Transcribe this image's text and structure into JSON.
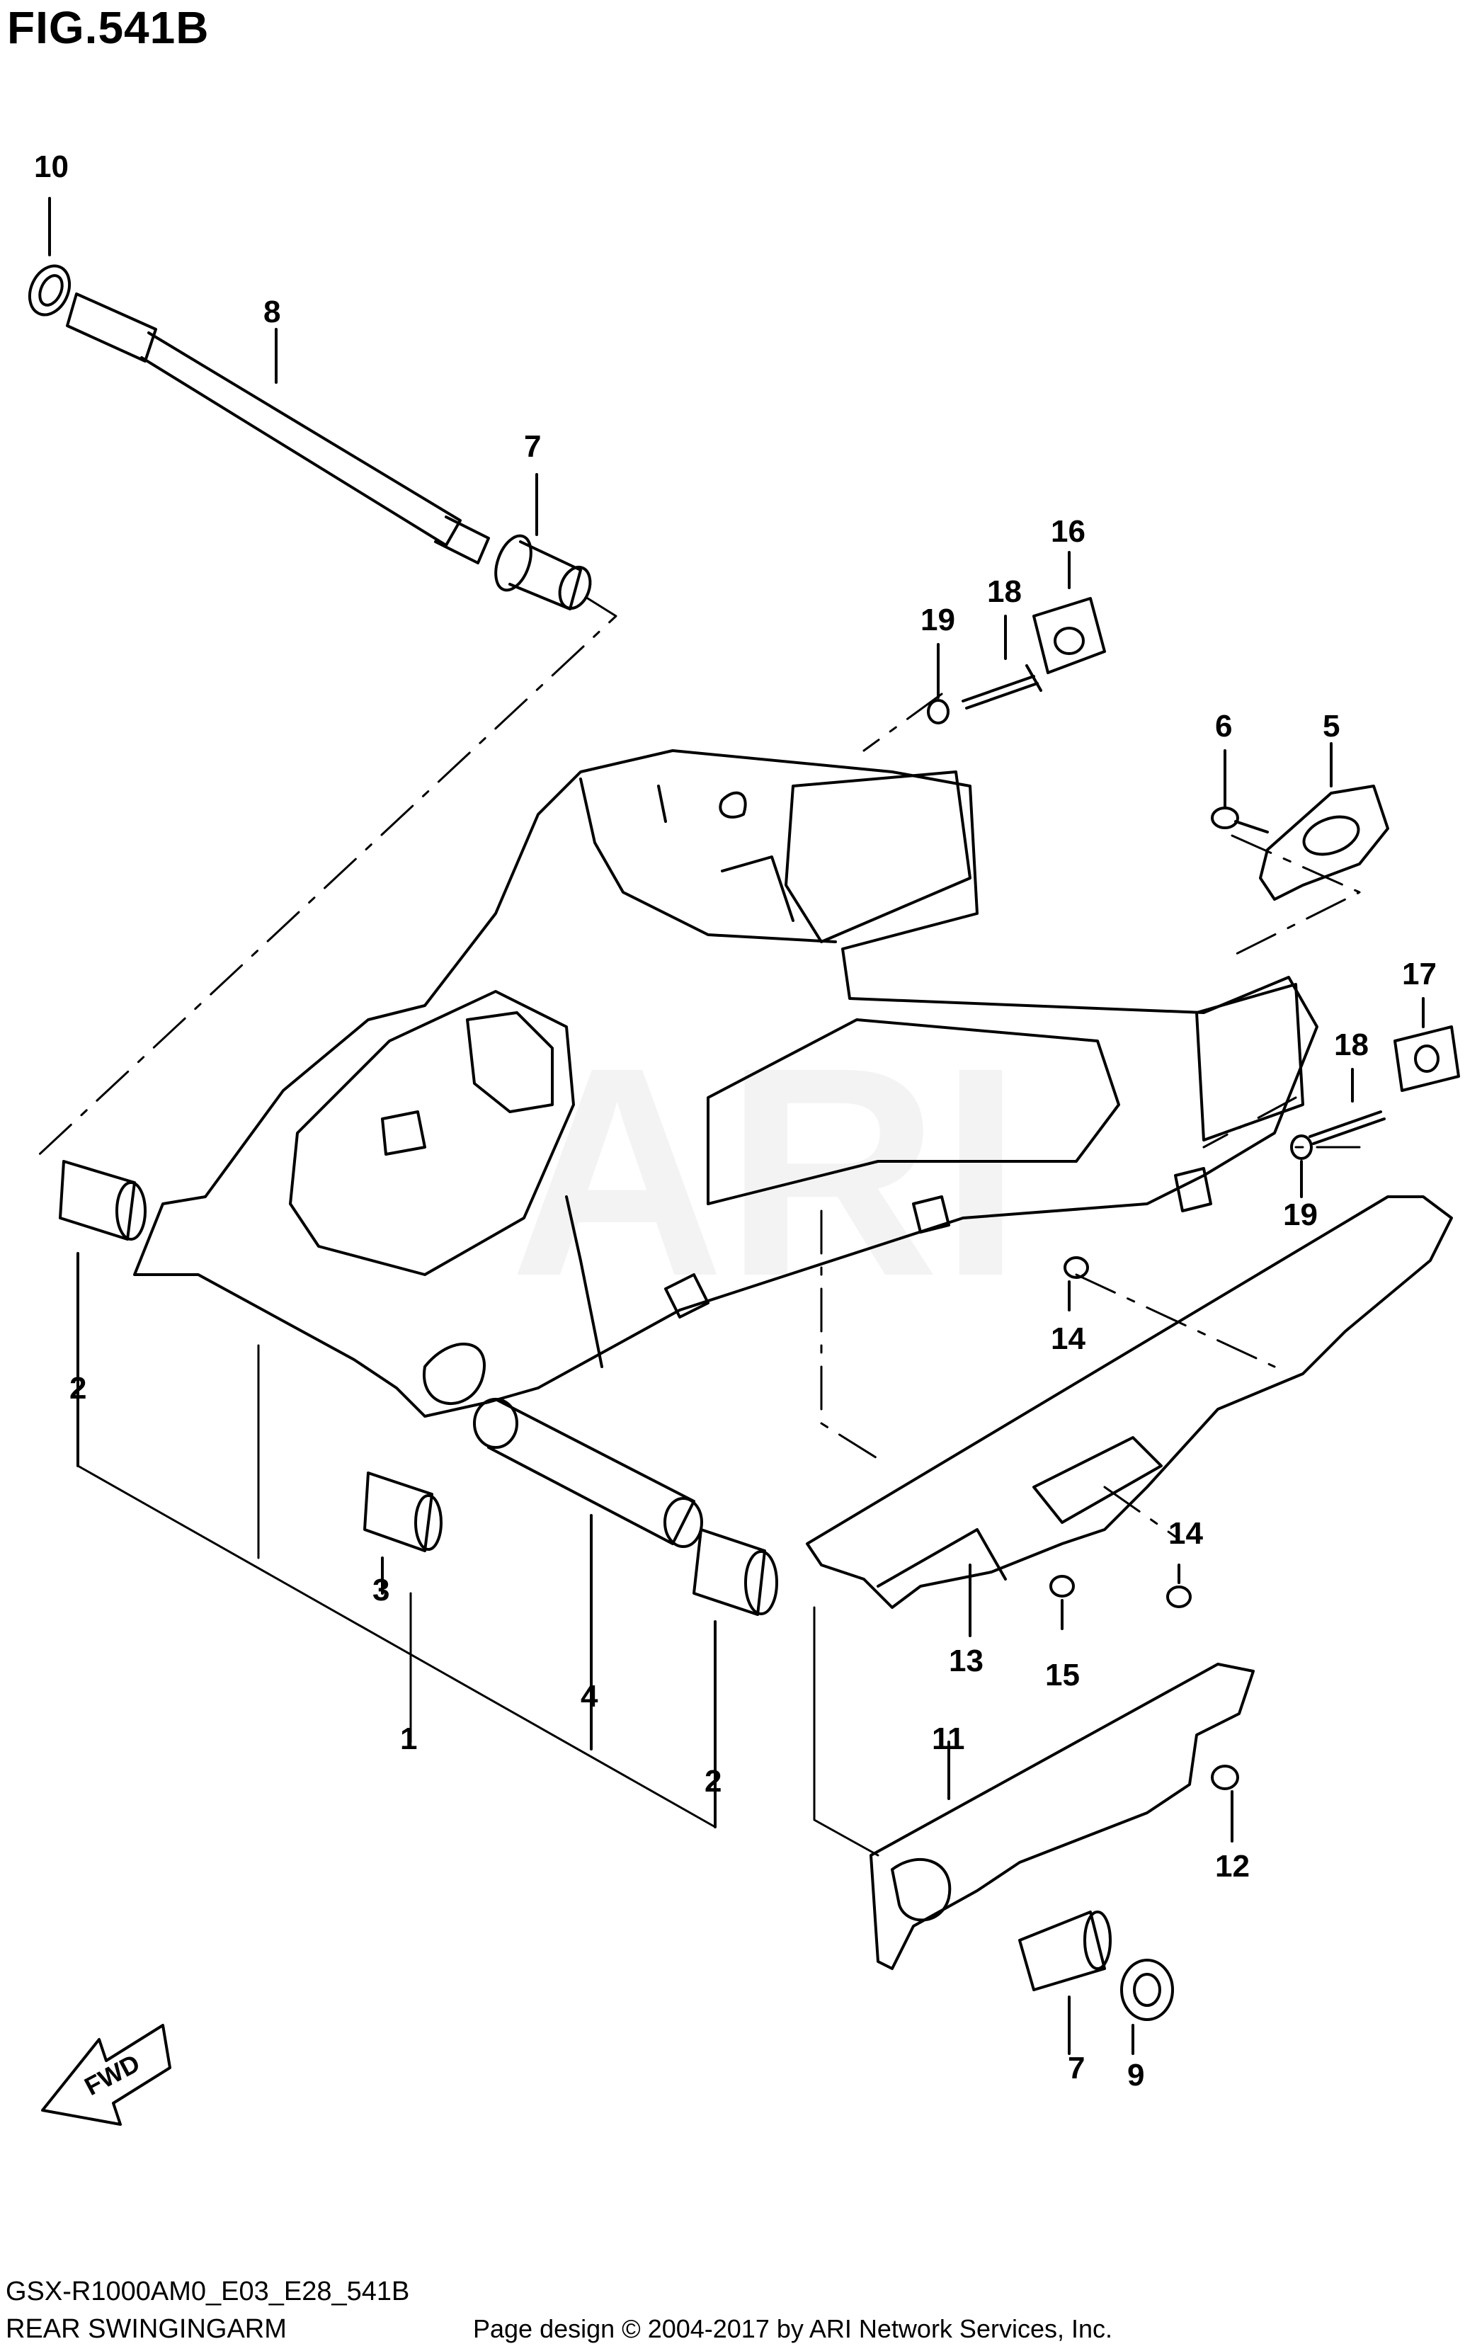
{
  "figure": {
    "title": "FIG.541B",
    "model_code": "GSX-R1000AM0_E03_E28_541B",
    "section_name": "REAR SWINGINGARM",
    "copyright": "Page design © 2004-2017 by ARI Network Services, Inc.",
    "watermark": "ARI",
    "fwd_label": "FWD"
  },
  "callouts": {
    "c10": "10",
    "c8": "8",
    "c7a": "7",
    "c16": "16",
    "c18a": "18",
    "c19a": "19",
    "c6": "6",
    "c5": "5",
    "c17": "17",
    "c18b": "18",
    "c19b": "19",
    "c14a": "14",
    "c2a": "2",
    "c3": "3",
    "c4": "4",
    "c1": "1",
    "c2b": "2",
    "c14b": "14",
    "c13": "13",
    "c15": "15",
    "c11": "11",
    "c12": "12",
    "c7b": "7",
    "c9": "9"
  }
}
